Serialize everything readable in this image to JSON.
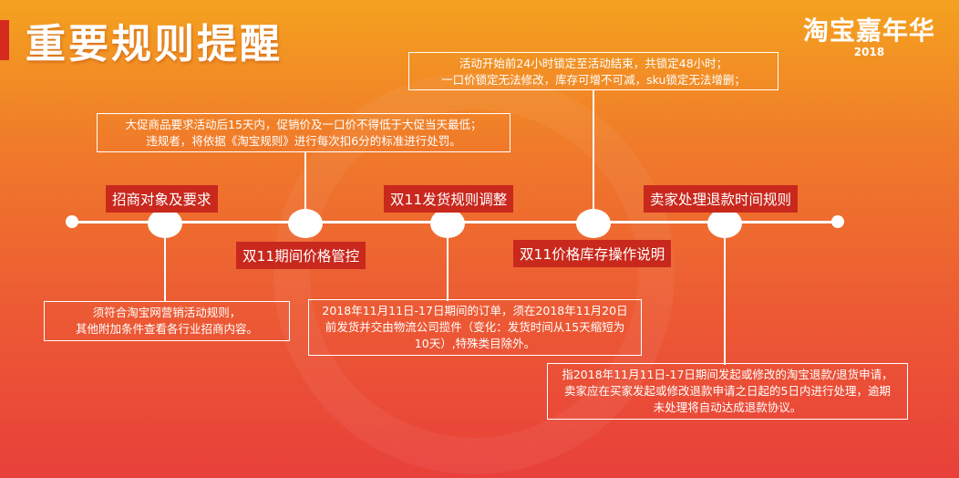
{
  "header": {
    "title": "重要规则提醒",
    "logo_text": "淘宝嘉年华",
    "logo_year": "2018"
  },
  "timeline": {
    "top_labels": [
      "招商对象及要求",
      "双11发货规则调整",
      "卖家处理退款时间规则"
    ],
    "bottom_labels": [
      "双11期间价格管控",
      "双11价格库存操作说明"
    ]
  },
  "notes": {
    "price_control": [
      "大促商品要求活动后15天内，促销价及一口价不得低于大促当天最低；",
      "违规者，将依据《淘宝规则》进行每次扣6分的标准进行处罚。"
    ],
    "inventory_ops": [
      "活动开始前24小时锁定至活动结束，共锁定48小时；",
      "一口价锁定无法修改，库存可增不可减，sku锁定无法增删；"
    ],
    "recruitment": [
      "须符合淘宝网营销活动规则，",
      "其他附加条件查看各行业招商内容。"
    ],
    "shipping": [
      "2018年11月11日-17日期间的订单，须在2018年11月20日",
      "前发货并交由物流公司揽件（变化：发货时间从15天缩短为",
      "10天）,特殊类目除外。"
    ],
    "refund": [
      "指2018年11月11日-17日期间发起或修改的淘宝退款/退货申请，",
      "卖家应在买家发起或修改退款申请之日起的5日内进行处理，逾期",
      "未处理将自动达成退款协议。"
    ]
  }
}
